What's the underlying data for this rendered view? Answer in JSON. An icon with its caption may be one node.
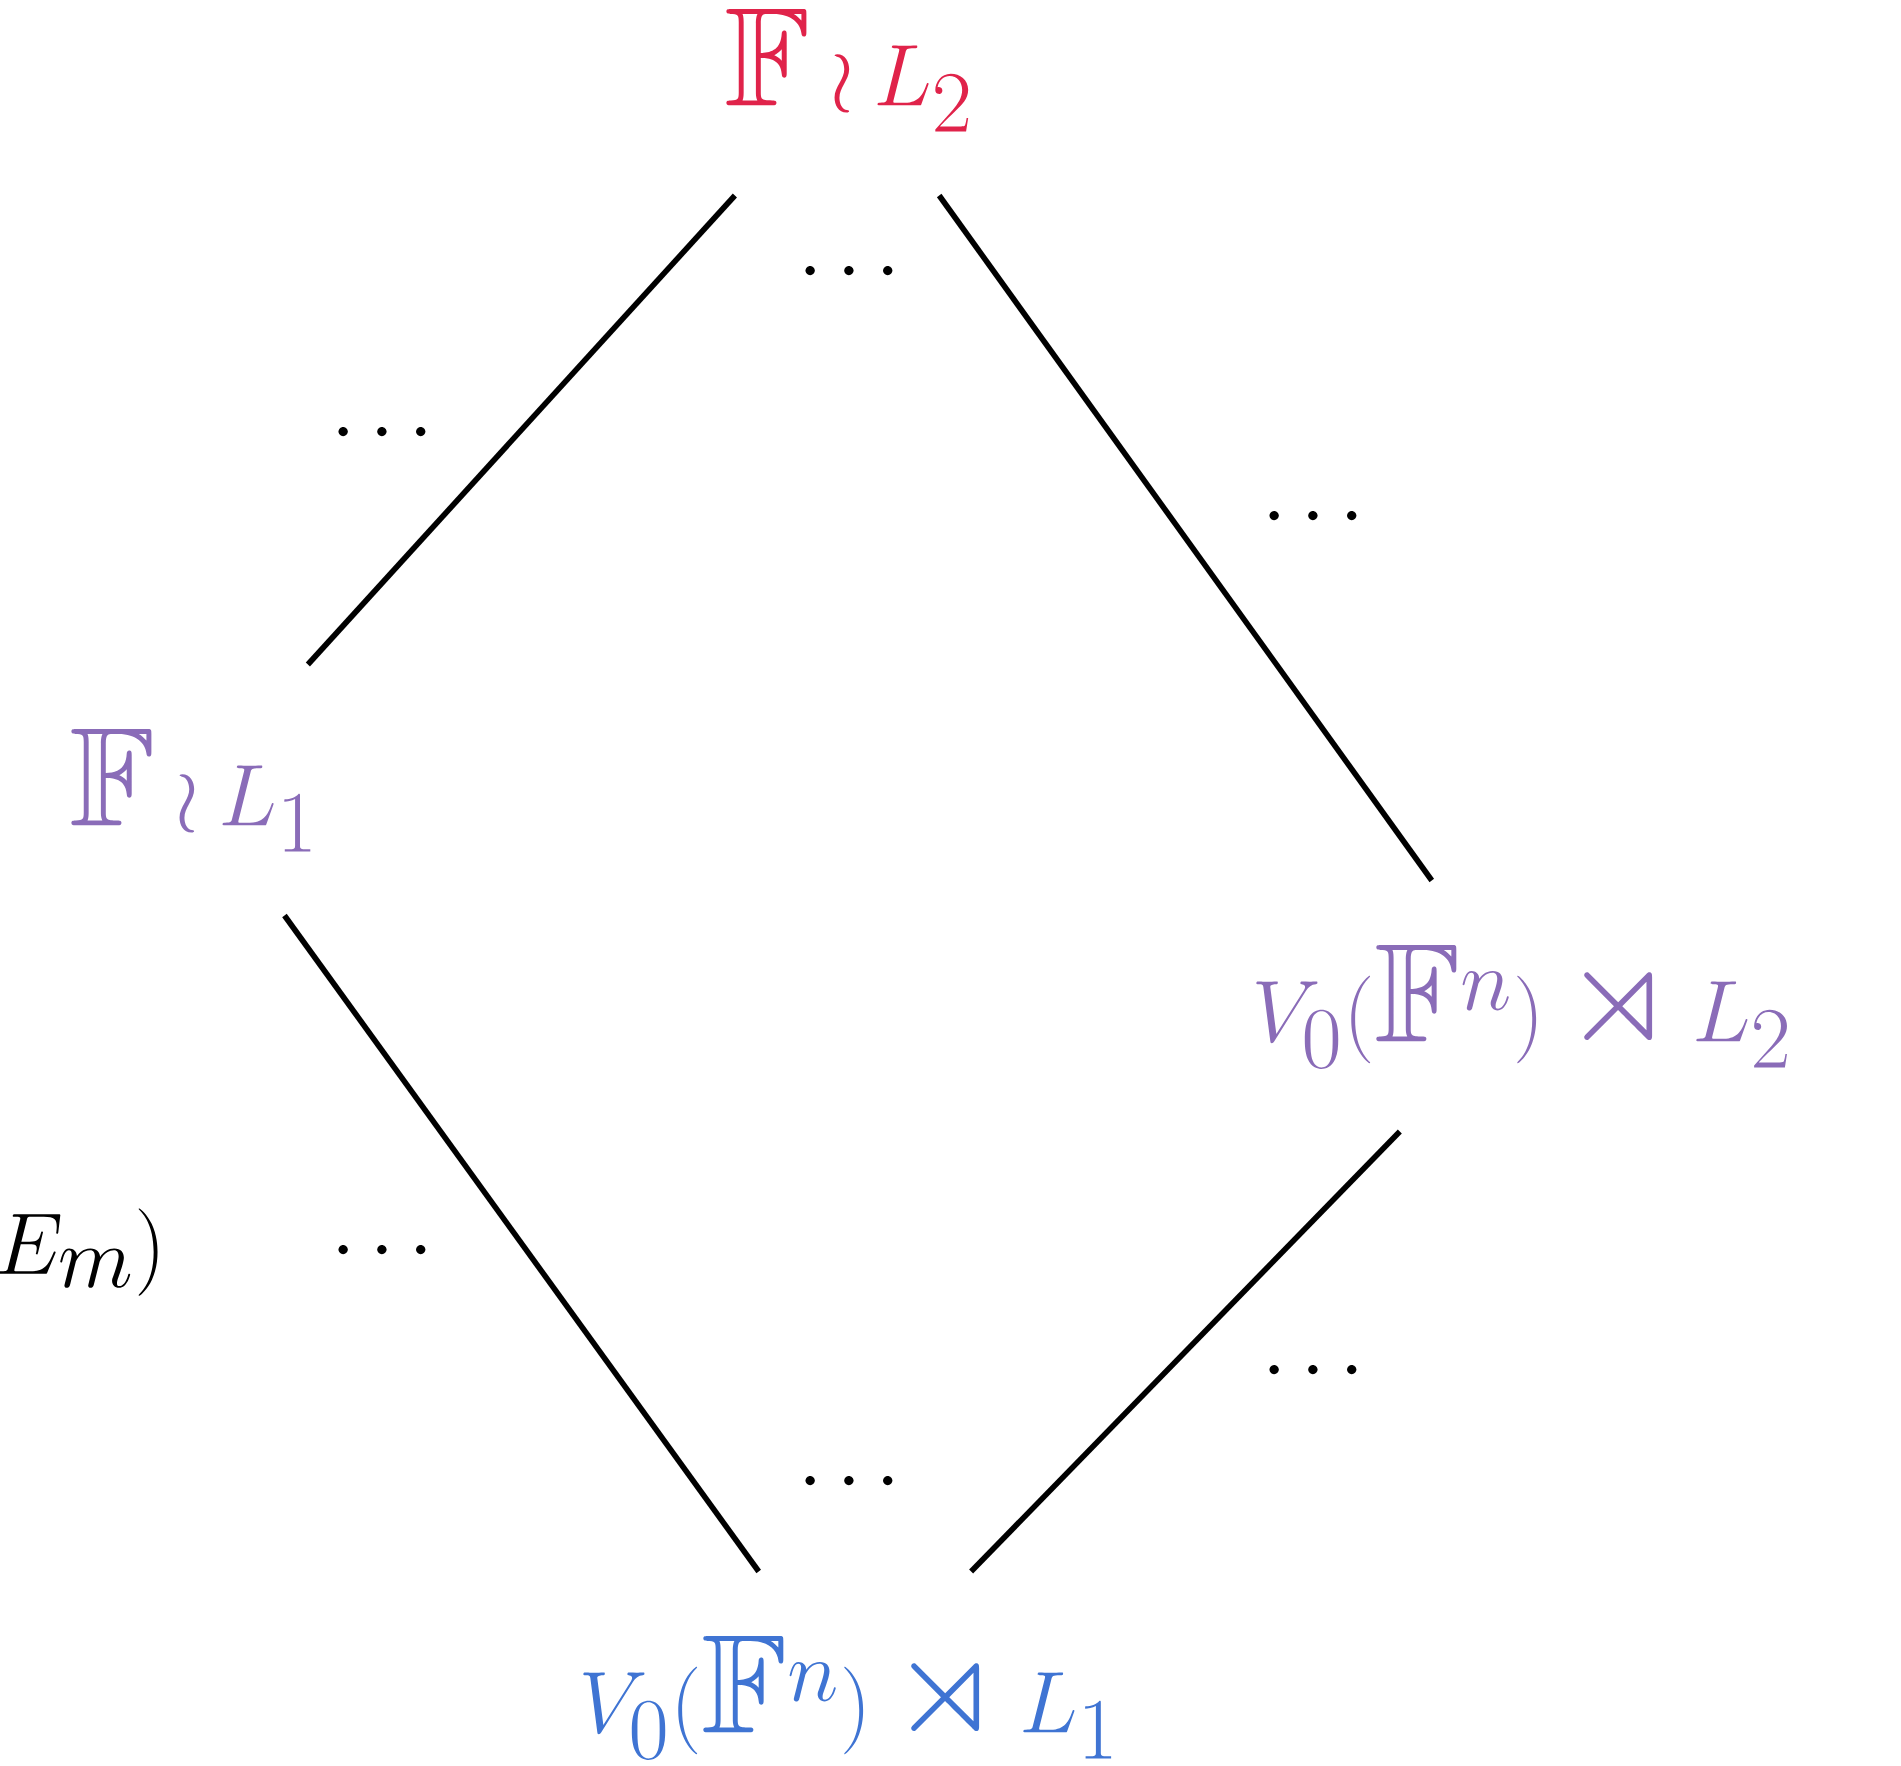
{
  "diagram": {
    "nodes": [
      {
        "text": [
          "\\mathbb{F} \\wr L_2"
        ]
      },
      {
        "text": [
          "\\mathbb{F} \\wr L_1"
        ]
      },
      {
        "text": [
          "V_0(\\mathbb{F}^n) \\rtimes L_2"
        ]
      },
      {
        "text": [
          "V_0(\\mathbb{F}^n) \\rtimes L_1"
        ]
      }
    ],
    "edges": [
      {
        "from": 0,
        "to": 1,
        "arrow": "none"
      },
      {
        "from": 0,
        "to": 2,
        "arrow": "none"
      },
      {
        "from": 1,
        "to": 3,
        "arrow": "none"
      },
      {
        "from": 2,
        "to": 3,
        "arrow": "none"
      }
    ],
    "labels": [
      "\\cdots",
      "\\cdots",
      "\\cdots",
      "E_m)",
      "\\cdots",
      "\\cdots",
      "\\cdots"
    ]
  }
}
